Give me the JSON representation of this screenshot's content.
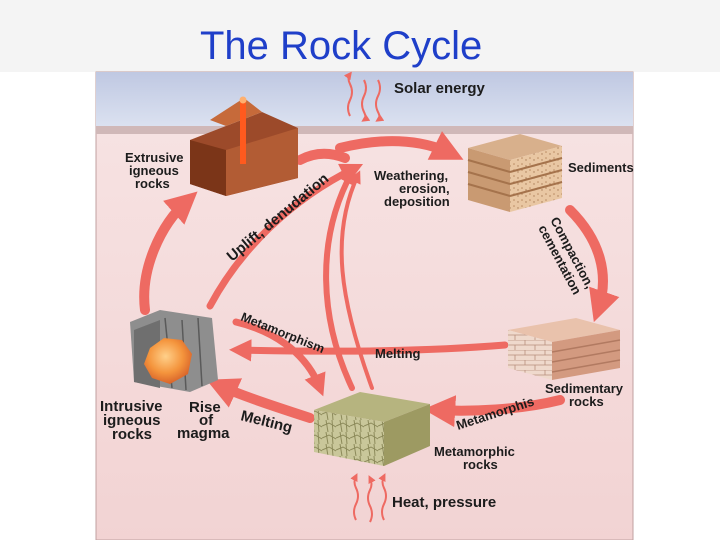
{
  "title": "The Rock Cycle",
  "labels": {
    "solar_energy": "Solar energy",
    "extrusive": [
      "Extrusive",
      "igneous",
      "rocks"
    ],
    "weathering": [
      "Weathering,",
      "erosion,",
      "deposition"
    ],
    "sediments": "Sediments",
    "uplift": "Uplift, denudation",
    "compaction": [
      "Compaction,",
      "cementation"
    ],
    "metamorphism_upper": "Metamorphism",
    "melting_center": "Melting",
    "sedimentary": [
      "Sedimentary",
      "rocks"
    ],
    "intrusive": [
      "Intrusive",
      "igneous",
      "rocks"
    ],
    "rise_of_magma": [
      "Rise",
      "of",
      "magma"
    ],
    "melting_lower": "Melting",
    "metamorphis_lower": "Metamorphis",
    "metamorphic": [
      "Metamorphic",
      "rocks"
    ],
    "heat_pressure": "Heat, pressure"
  },
  "colors": {
    "title": "#1f3fc9",
    "arrow": "#ee6a62",
    "sky": "#c9d2e8",
    "ground": "#f5dede"
  }
}
